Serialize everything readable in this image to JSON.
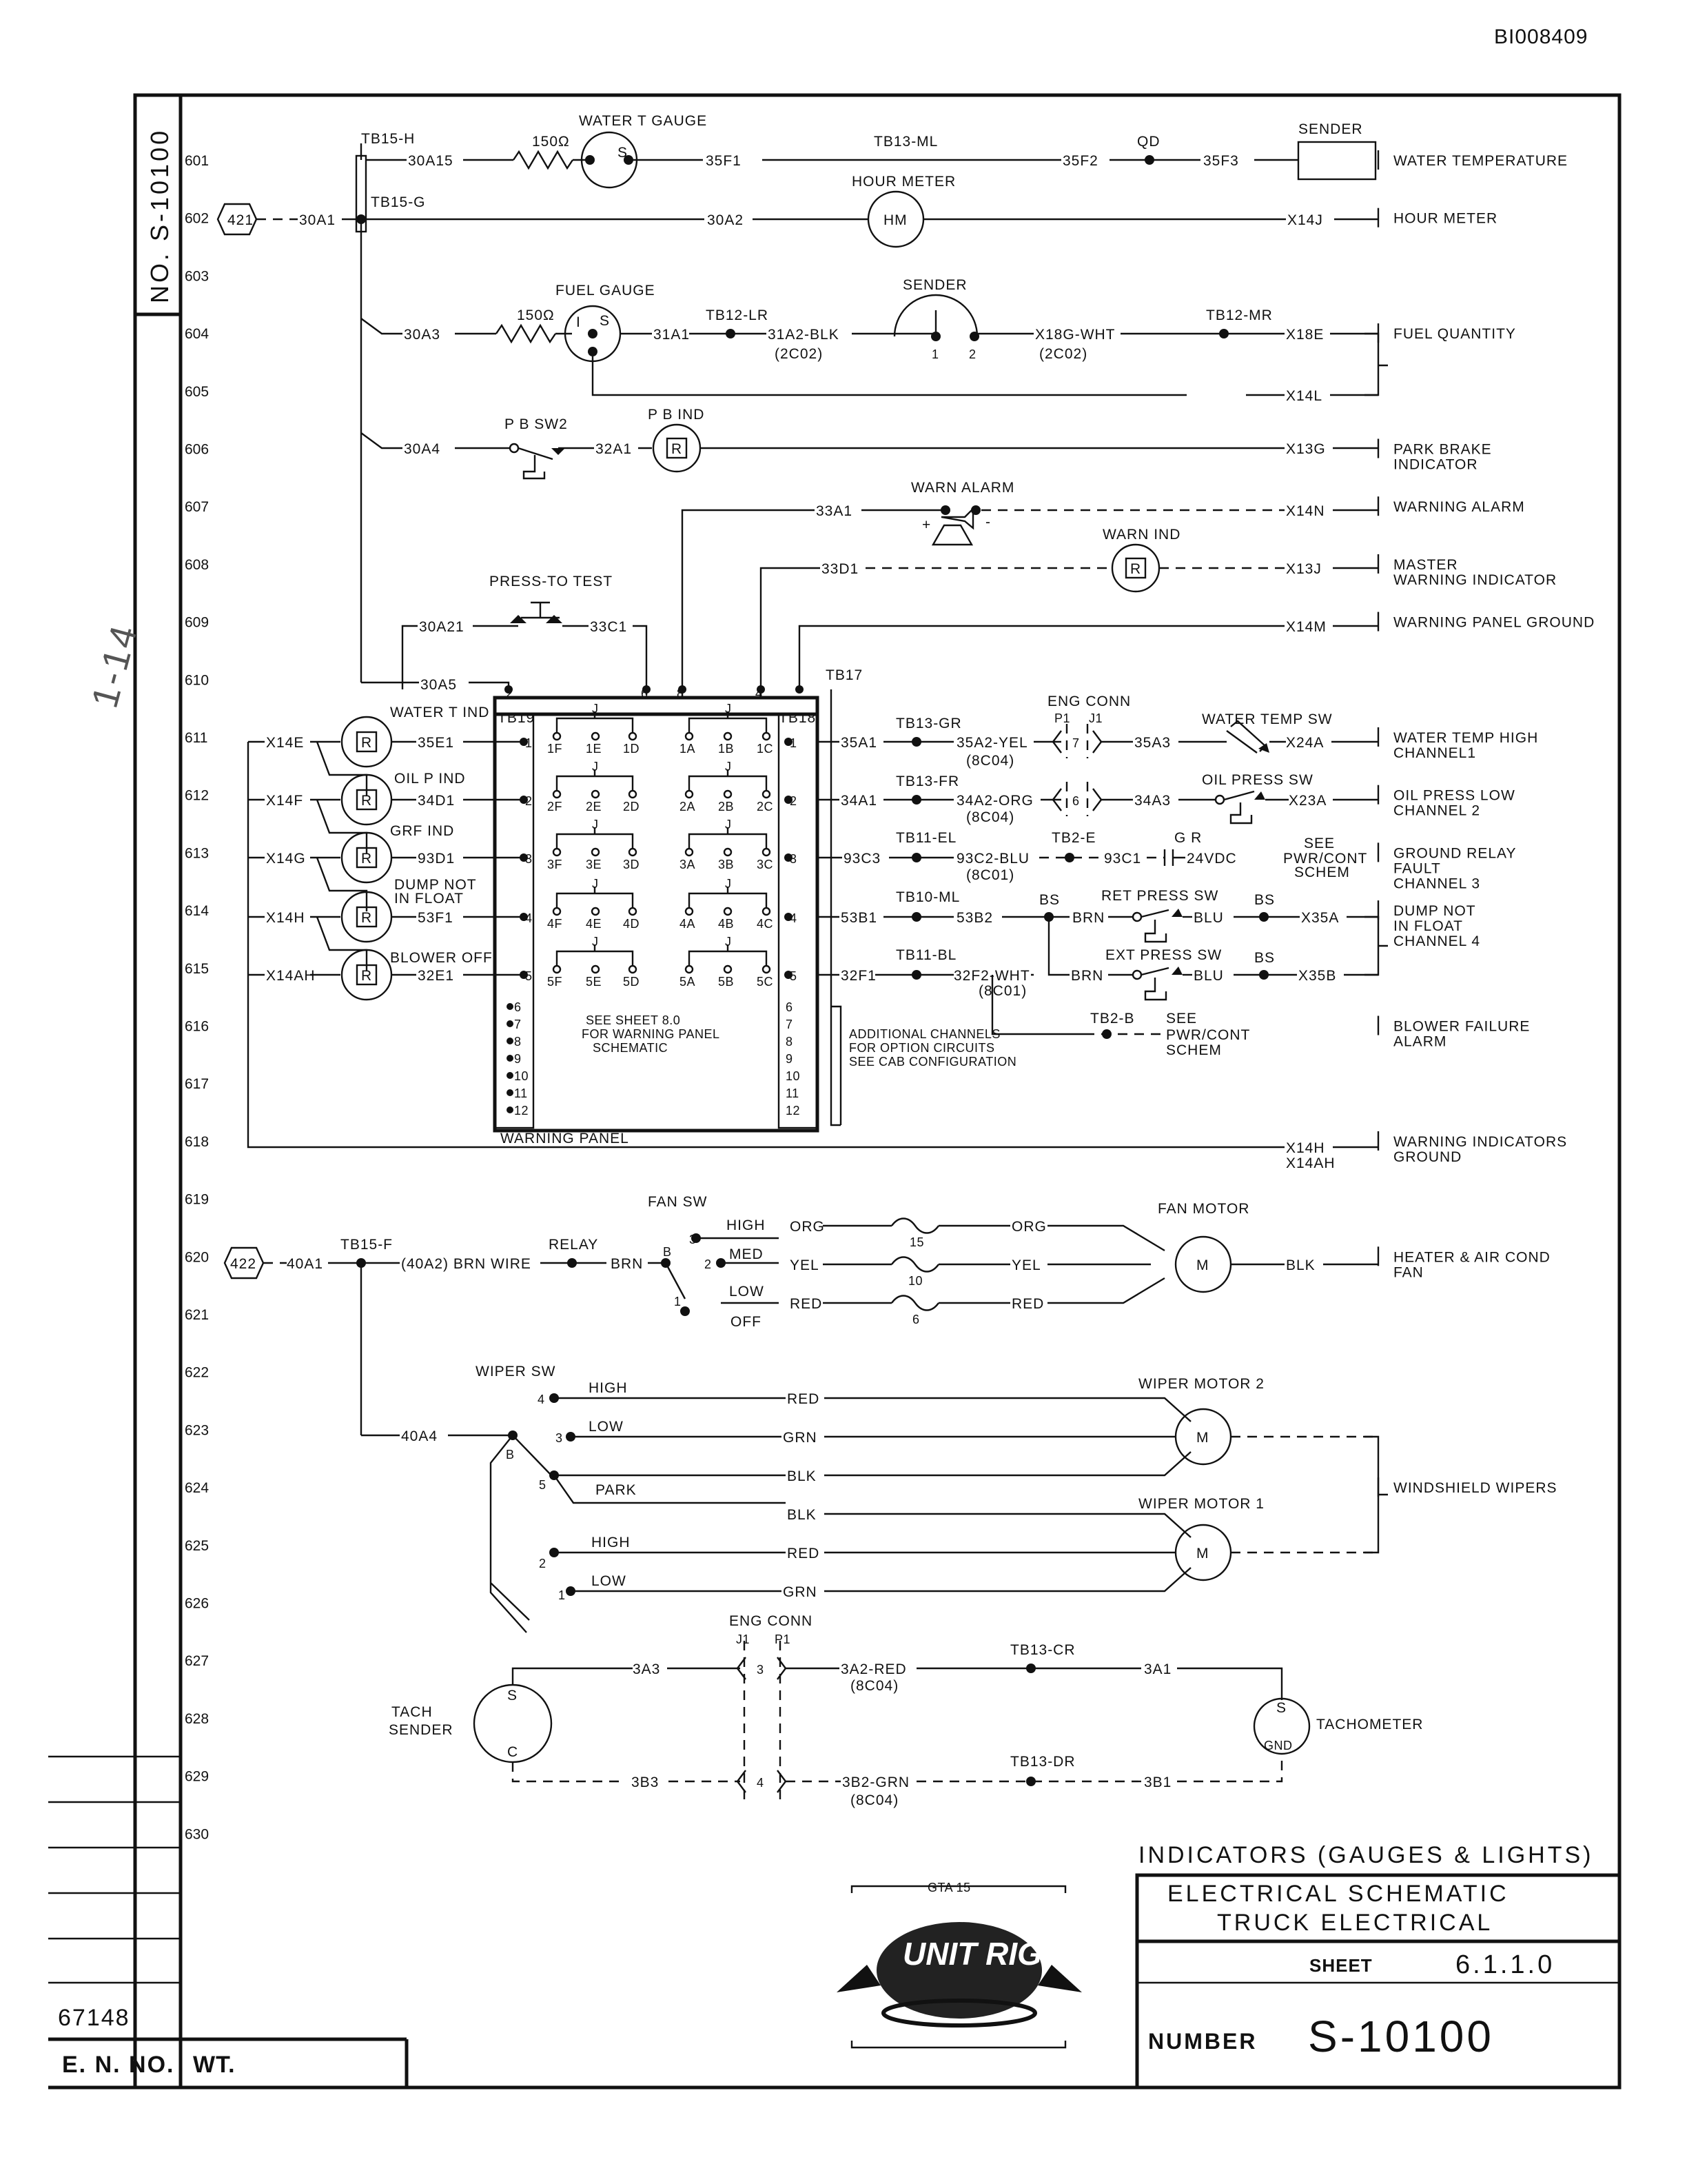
{
  "doc_id": "BI008409",
  "vertical_number": "NO. S-10100",
  "margin_note": "1-14",
  "rows": [
    "601",
    "602",
    "603",
    "604",
    "605",
    "606",
    "607",
    "608",
    "609",
    "610",
    "611",
    "612",
    "613",
    "614",
    "615",
    "616",
    "617",
    "618",
    "619",
    "620",
    "621",
    "622",
    "623",
    "624",
    "625",
    "626",
    "627",
    "628",
    "629",
    "630"
  ],
  "functions": [
    {
      "row": "601",
      "text": [
        "WATER TEMPERATURE"
      ]
    },
    {
      "row": "602",
      "text": [
        "HOUR METER"
      ]
    },
    {
      "row": "604",
      "text": [
        "FUEL QUANTITY"
      ]
    },
    {
      "row": "606",
      "text": [
        "PARK BRAKE",
        "INDICATOR"
      ]
    },
    {
      "row": "607",
      "text": [
        "WARNING ALARM"
      ]
    },
    {
      "row": "608",
      "text": [
        "MASTER",
        "WARNING INDICATOR"
      ]
    },
    {
      "row": "609",
      "text": [
        "WARNING PANEL GROUND"
      ]
    },
    {
      "row": "611",
      "text": [
        "WATER TEMP HIGH",
        "CHANNEL1"
      ]
    },
    {
      "row": "612",
      "text": [
        "OIL PRESS LOW",
        "CHANNEL 2"
      ]
    },
    {
      "row": "613",
      "text": [
        "GROUND RELAY",
        "FAULT",
        "CHANNEL 3"
      ]
    },
    {
      "row": "614",
      "text": [
        "DUMP NOT",
        "IN FLOAT",
        "CHANNEL 4"
      ]
    },
    {
      "row": "616",
      "text": [
        "BLOWER FAILURE",
        "ALARM"
      ]
    },
    {
      "row": "618",
      "text": [
        "WARNING INDICATORS",
        "GROUND"
      ]
    },
    {
      "row": "620",
      "text": [
        "HEATER & AIR COND",
        "FAN"
      ]
    },
    {
      "row": "624",
      "text": [
        "WINDSHIELD WIPERS"
      ]
    }
  ],
  "labels": {
    "tb15h": "TB15-H",
    "w30a15": "30A15",
    "res150a": "150Ω",
    "water_t_gauge": "WATER T GAUGE",
    "gauge_s": "S",
    "w35f1": "35F1",
    "tb13ml": "TB13-ML",
    "w35f2": "35F2",
    "qd": "QD",
    "w35f3": "35F3",
    "sender": "SENDER",
    "tb15g": "TB15-G",
    "c421": "421",
    "w30a1": "30A1",
    "w30a2": "30A2",
    "hour_meter": "HOUR METER",
    "hm": "HM",
    "x14j": "X14J",
    "fuel_gauge": "FUEL GAUGE",
    "w30a3": "30A3",
    "res150b": "150Ω",
    "fuel_s": "S",
    "fuel_i": "I",
    "w31a1": "31A1",
    "tb12lr": "TB12-LR",
    "w31a2": "31A2-BLK",
    "c2c02a": "(2C02)",
    "fuel_sender": "SENDER",
    "pin1": "1",
    "pin2": "2",
    "x18g": "X18G-WHT",
    "c2c02b": "(2C02)",
    "tb12mr": "TB12-MR",
    "x18e": "X18E",
    "x14l": "X14L",
    "pbsw2": "P B SW2",
    "w30a4": "30A4",
    "w32a1": "32A1",
    "pbind": "P B IND",
    "r": "R",
    "x13g": "X13G",
    "warn_alarm": "WARN ALARM",
    "w33a1": "33A1",
    "plus": "+",
    "minus": "-",
    "x14n": "X14N",
    "warn_ind": "WARN IND",
    "w33d1": "33D1",
    "x13j": "X13J",
    "press_to_test": "PRESS-TO TEST",
    "w30a21": "30A21",
    "w33c1": "33C1",
    "x14m": "X14M",
    "w30a5": "30A5",
    "tb17": "TB17",
    "tb19": "TB19",
    "tb18": "TB18",
    "water_t_ind": "WATER T IND",
    "oil_p_ind": "OIL P IND",
    "grf_ind": "GRF IND",
    "dump_not": "DUMP NOT",
    "in_float": "IN FLOAT",
    "blower_off": "BLOWER OFF",
    "x14e": "X14E",
    "x14f": "X14F",
    "x14g": "X14G",
    "x14h": "X14H",
    "x14ah": "X14AH",
    "w35e1": "35E1",
    "w34d1": "34D1",
    "w93d1": "93D1",
    "w53f1": "53F1",
    "w32e1": "32E1",
    "see_sheet": "SEE SHEET 8.0",
    "for_warning": "FOR WARNING PANEL",
    "schematic": "SCHEMATIC",
    "warning_panel": "WARNING PANEL",
    "w35a1": "35A1",
    "tb13gr": "TB13-GR",
    "w35a2": "35A2-YEL",
    "c8c04a": "(8C04)",
    "eng_conn": "ENG CONN",
    "p1": "P1",
    "j1": "J1",
    "w35a3": "35A3",
    "water_temp_sw": "WATER TEMP SW",
    "x24a": "X24A",
    "w34a1": "34A1",
    "tb13fr": "TB13-FR",
    "w34a2": "34A2-ORG",
    "c8c04b": "(8C04)",
    "w34a3": "34A3",
    "oil_press_sw": "OIL PRESS SW",
    "x23a": "X23A",
    "w93c3": "93C3",
    "tb11el": "TB11-EL",
    "w93c2": "93C2-BLU",
    "c8c01a": "(8C01)",
    "tb2e": "TB2-E",
    "w93c1": "93C1",
    "gr": "G R",
    "v24": "24VDC",
    "see_pwr": "SEE",
    "pwr_cont": "PWR/CONT",
    "schem": "SCHEM",
    "w53b1": "53B1",
    "tb10ml": "TB10-ML",
    "w53b2": "53B2",
    "bs1": "BS",
    "brn": "BRN",
    "blu": "BLU",
    "ret_press": "RET PRESS SW",
    "bs2": "BS",
    "x35a": "X35A",
    "w32f1": "32F1",
    "tb11bl": "TB11-BL",
    "w32f2": "32F2-WHT",
    "c8c01b": "(8C01)",
    "ext_press": "EXT PRESS SW",
    "bs3": "BS",
    "x35b": "X35B",
    "tb2b": "TB2-B",
    "see2": "SEE",
    "pwr2": "PWR/CONT",
    "schem2": "SCHEM",
    "add1": "ADDITIONAL CHANNELS",
    "add2": "FOR OPTION CIRCUITS",
    "add3": "SEE CAB CONFIGURATION",
    "x14h2": "X14H",
    "x14ah2": "X14AH",
    "fan_sw": "FAN SW",
    "high": "HIGH",
    "med": "MED",
    "low": "LOW",
    "off": "OFF",
    "c422": "422",
    "w40a1": "40A1",
    "tb15f": "TB15-F",
    "w40a2": "(40A2) BRN WIRE",
    "relay": "RELAY",
    "brn2": "BRN",
    "org": "ORG",
    "yel": "YEL",
    "red": "RED",
    "f15": "15",
    "f10": "10",
    "f6": "6",
    "fan_motor": "FAN MOTOR",
    "m": "M",
    "blk": "BLK",
    "wiper_sw": "WIPER SW",
    "w40a4": "40A4",
    "park": "PARK",
    "grn": "GRN",
    "wiper2": "WIPER MOTOR 2",
    "wiper1": "WIPER MOTOR 1",
    "tach_sender": "TACH",
    "sender2": "SENDER",
    "c": "C",
    "w3a3": "3A3",
    "w3a2": "3A2-RED",
    "c8c04c": "(8C04)",
    "tb13cr": "TB13-CR",
    "w3a1": "3A1",
    "tachometer": "TACHOMETER",
    "gnd": "GND",
    "w3b3": "3B3",
    "w3b2": "3B2-GRN",
    "c8c04d": "(8C04)",
    "tb13dr": "TB13-DR",
    "w3b1": "3B1",
    "eng_conn2": "ENG CONN",
    "j1b": "J1",
    "p1b": "P1"
  },
  "title_block": {
    "title": "INDICATORS (GAUGES & LIGHTS)",
    "subtitle1": "ELECTRICAL SCHEMATIC",
    "subtitle2": "TRUCK ELECTRICAL",
    "sheet_label": "SHEET",
    "sheet_value": "6.1.1.0",
    "number_label": "NUMBER",
    "number_value": "S-10100",
    "logo_caption": "GTA 15",
    "logo_text": "UNIT RIG",
    "en_no_value": "67148",
    "en_no_label": "E. N. NO.",
    "wt_label": "WT."
  }
}
